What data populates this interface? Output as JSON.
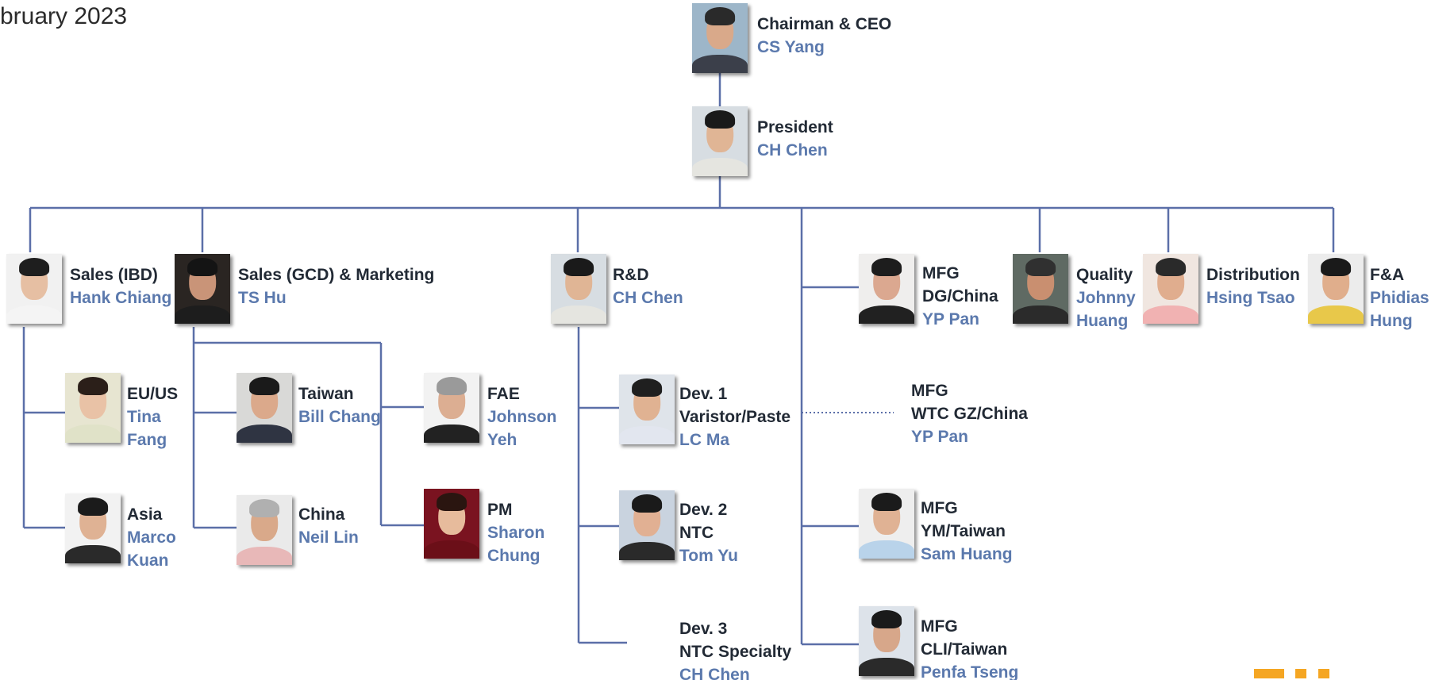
{
  "document_title": "bruary 2023",
  "chart": {
    "chairman": {
      "role": "Chairman & CEO",
      "name": "CS Yang"
    },
    "president": {
      "role": "President",
      "name": "CH Chen"
    },
    "sales_ibd": {
      "role": "Sales (IBD)",
      "name": "Hank Chiang"
    },
    "sales_gcd": {
      "role": "Sales (GCD) & Marketing",
      "name": "TS Hu"
    },
    "rnd": {
      "role": "R&D",
      "name": "CH Chen"
    },
    "mfg_dg": {
      "role": [
        "MFG",
        "DG/China"
      ],
      "name": "YP Pan"
    },
    "quality": {
      "role": "Quality",
      "name": [
        "Johnny",
        "Huang"
      ]
    },
    "distribution": {
      "role": "Distribution",
      "name": "Hsing Tsao"
    },
    "fa": {
      "role": "F&A",
      "name": [
        "Phidias",
        "Hung"
      ]
    },
    "eu_us": {
      "role": "EU/US",
      "name": [
        "Tina",
        "Fang"
      ]
    },
    "asia": {
      "role": "Asia",
      "name": [
        "Marco",
        "Kuan"
      ]
    },
    "taiwan": {
      "role": "Taiwan",
      "name": "Bill Chang"
    },
    "china": {
      "role": "China",
      "name": "Neil Lin"
    },
    "fae": {
      "role": "FAE",
      "name": [
        "Johnson",
        "Yeh"
      ]
    },
    "pm": {
      "role": "PM",
      "name": [
        "Sharon",
        "Chung"
      ]
    },
    "dev1": {
      "role": [
        "Dev. 1",
        "Varistor/Paste"
      ],
      "name": "LC Ma"
    },
    "dev2": {
      "role": [
        "Dev. 2",
        "NTC"
      ],
      "name": "Tom Yu"
    },
    "dev3": {
      "role": [
        "Dev. 3",
        "NTC Specialty"
      ],
      "name": "CH Chen"
    },
    "mfg_wtc": {
      "role": [
        "MFG",
        "WTC GZ/China"
      ],
      "name": "YP Pan"
    },
    "mfg_ym": {
      "role": [
        "MFG",
        "YM/Taiwan"
      ],
      "name": "Sam Huang"
    },
    "mfg_cli": {
      "role": [
        "MFG",
        "CLI/Taiwan"
      ],
      "name": "Penfa Tseng"
    }
  },
  "colors": {
    "connector": "#5b6fa8",
    "role_text": "#222a35",
    "name_text": "#5b79ad",
    "logo_accent": "#f5a623"
  }
}
